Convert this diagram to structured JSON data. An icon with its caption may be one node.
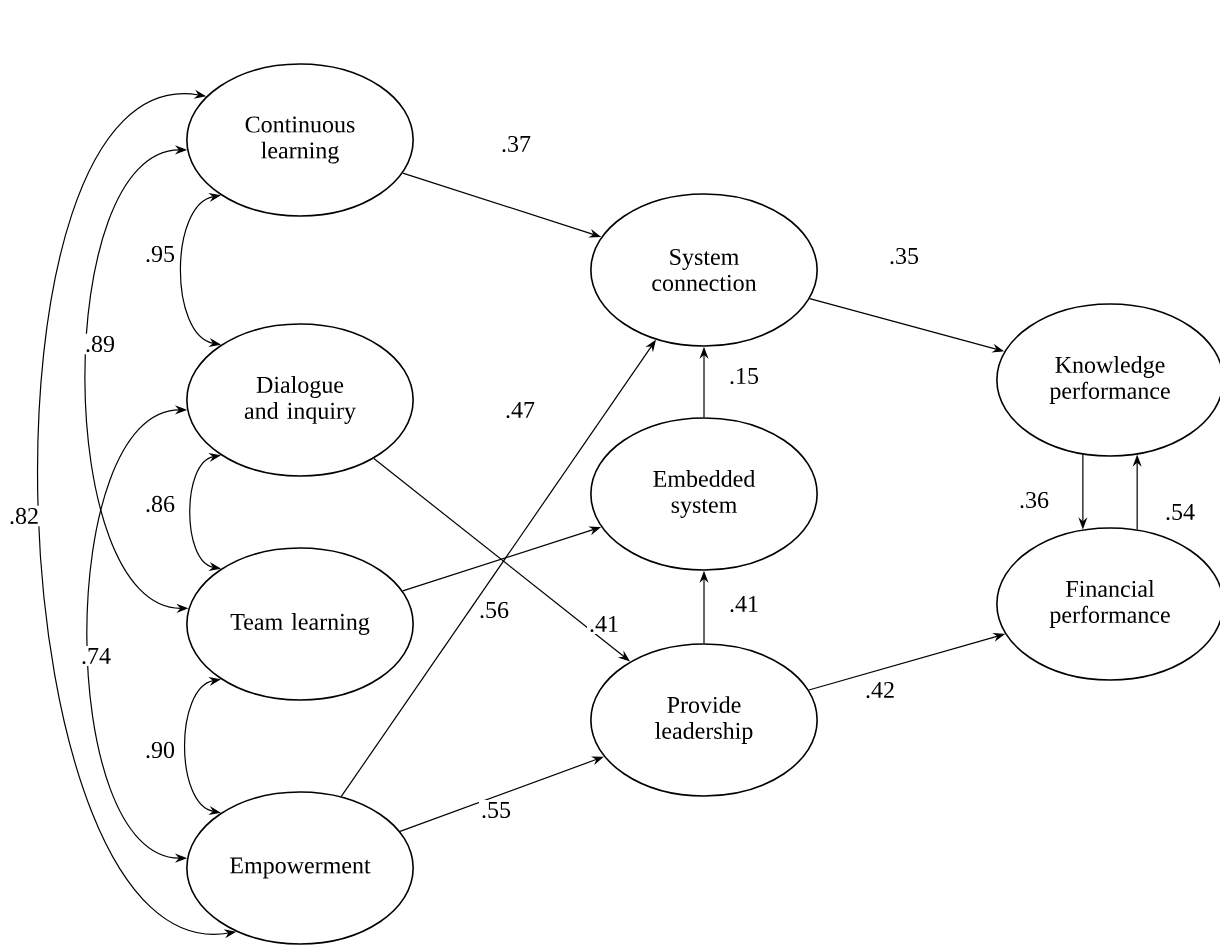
{
  "diagram": {
    "nodes": [
      {
        "text": [
          "Continuous learning"
        ]
      },
      {
        "text": [
          "Dialogue and inquiry"
        ]
      },
      {
        "text": [
          "Team learning"
        ]
      },
      {
        "text": [
          "Empowerment"
        ]
      },
      {
        "text": [
          "System connection"
        ]
      },
      {
        "text": [
          "Embedded system"
        ]
      },
      {
        "text": [
          "Provide leadership"
        ]
      },
      {
        "text": [
          "Knowledge performance"
        ]
      },
      {
        "text": [
          "Financial performance"
        ]
      }
    ],
    "edges": [
      {
        "from": 0,
        "to": 4,
        "arrow": "to",
        "label": ".37"
      },
      {
        "from": 4,
        "to": 7,
        "arrow": "to",
        "label": ".35"
      },
      {
        "from": 5,
        "to": 4,
        "arrow": "to",
        "label": ".15"
      },
      {
        "from": 3,
        "to": 4,
        "arrow": "to",
        "label": ".47"
      },
      {
        "from": 2,
        "to": 5,
        "arrow": "to",
        "label": ".56"
      },
      {
        "from": 1,
        "to": 6,
        "arrow": "to",
        "label": ".41"
      },
      {
        "from": 6,
        "to": 5,
        "arrow": "to",
        "label": ".41"
      },
      {
        "from": 3,
        "to": 6,
        "arrow": "to",
        "label": ".55"
      },
      {
        "from": 6,
        "to": 8,
        "arrow": "to",
        "label": ".42"
      },
      {
        "from": 7,
        "to": 8,
        "arrow": "to",
        "label": ".36"
      },
      {
        "from": 8,
        "to": 7,
        "arrow": "to",
        "label": ".54"
      },
      {
        "from": 0,
        "to": 1,
        "arrow": "both",
        "label": ".95"
      },
      {
        "from": 0,
        "to": 2,
        "arrow": "both",
        "label": ".89"
      },
      {
        "from": 0,
        "to": 3,
        "arrow": "both",
        "label": ".82"
      },
      {
        "from": 1,
        "to": 2,
        "arrow": "both",
        "label": ".86"
      },
      {
        "from": 1,
        "to": 3,
        "arrow": "both",
        "label": ".74"
      },
      {
        "from": 2,
        "to": 3,
        "arrow": "both",
        "label": ".90"
      }
    ]
  }
}
